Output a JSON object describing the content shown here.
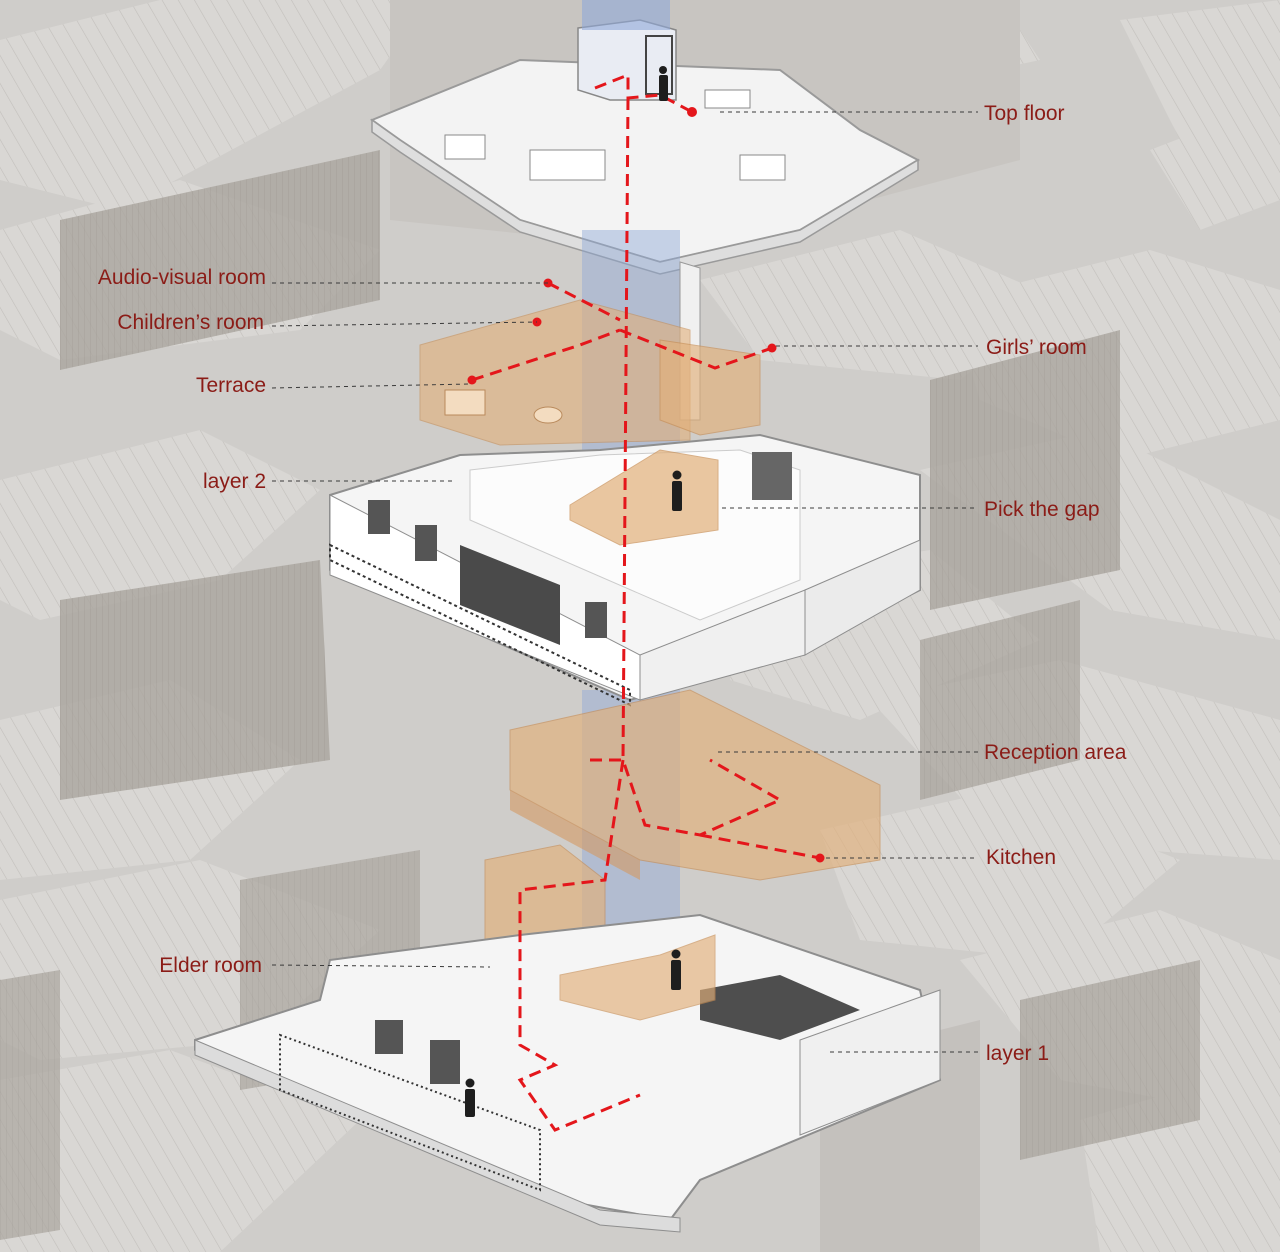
{
  "colors": {
    "background": "#cfcdca",
    "roof": "#d9d7d4",
    "roof_line": "#bdbab6",
    "wall_wood": "#a9a49d",
    "floor_slab": "#f3f3f3",
    "slab_edge": "#9a9a9a",
    "shaft": "#8fa9d8",
    "room_box": "#e2b07a",
    "path": "#e4161b",
    "label_text": "#8b1c17",
    "leader": "#3a3a3a"
  },
  "labels": {
    "top_floor": "Top floor",
    "audio_visual_room": "Audio-visual room",
    "childrens_room": "Children’s room",
    "girls_room": "Girls’ room",
    "terrace": "Terrace",
    "layer_2": "layer 2",
    "pick_the_gap": "Pick the gap",
    "reception_area": "Reception area",
    "kitchen": "Kitchen",
    "elder_room": "Elder room",
    "layer_1": "layer 1"
  }
}
